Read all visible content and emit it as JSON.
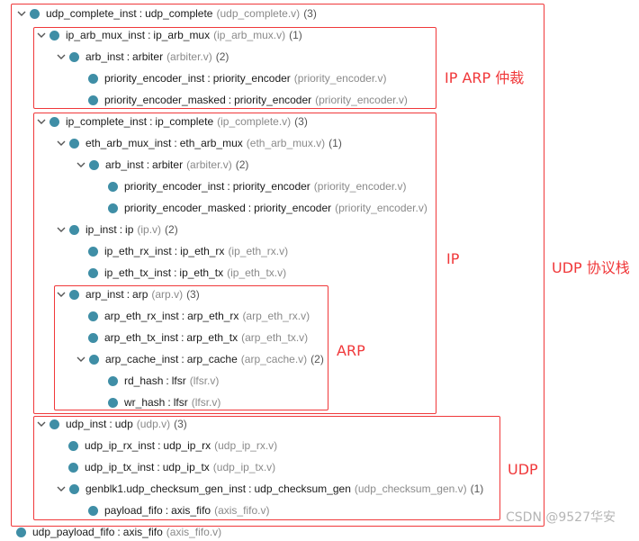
{
  "tree": [
    {
      "name": "udp_complete_inst",
      "module": "udp_complete",
      "file": "(udp_complete.v)",
      "count": "(3)",
      "icon": "chevron-down-icon"
    },
    {
      "name": "ip_arb_mux_inst",
      "module": "ip_arb_mux",
      "file": "(ip_arb_mux.v)",
      "count": "(1)",
      "icon": "chevron-down-icon"
    },
    {
      "name": "arb_inst",
      "module": "arbiter",
      "file": "(arbiter.v)",
      "count": "(2)",
      "icon": "chevron-down-icon"
    },
    {
      "name": "priority_encoder_inst",
      "module": "priority_encoder",
      "file": "(priority_encoder.v)",
      "count": "",
      "icon": "module-dot-icon"
    },
    {
      "name": "priority_encoder_masked",
      "module": "priority_encoder",
      "file": "(priority_encoder.v)",
      "count": "",
      "icon": "module-dot-icon"
    },
    {
      "name": "ip_complete_inst",
      "module": "ip_complete",
      "file": "(ip_complete.v)",
      "count": "(3)",
      "icon": "chevron-down-icon"
    },
    {
      "name": "eth_arb_mux_inst",
      "module": "eth_arb_mux",
      "file": "(eth_arb_mux.v)",
      "count": "(1)",
      "icon": "chevron-down-icon"
    },
    {
      "name": "arb_inst",
      "module": "arbiter",
      "file": "(arbiter.v)",
      "count": "(2)",
      "icon": "chevron-down-icon"
    },
    {
      "name": "priority_encoder_inst",
      "module": "priority_encoder",
      "file": "(priority_encoder.v)",
      "count": "",
      "icon": "module-dot-icon"
    },
    {
      "name": "priority_encoder_masked",
      "module": "priority_encoder",
      "file": "(priority_encoder.v)",
      "count": "",
      "icon": "module-dot-icon"
    },
    {
      "name": "ip_inst",
      "module": "ip",
      "file": "(ip.v)",
      "count": "(2)",
      "icon": "chevron-down-icon"
    },
    {
      "name": "ip_eth_rx_inst",
      "module": "ip_eth_rx",
      "file": "(ip_eth_rx.v)",
      "count": "",
      "icon": "module-dot-icon"
    },
    {
      "name": "ip_eth_tx_inst",
      "module": "ip_eth_tx",
      "file": "(ip_eth_tx.v)",
      "count": "",
      "icon": "module-dot-icon"
    },
    {
      "name": "arp_inst",
      "module": "arp",
      "file": "(arp.v)",
      "count": "(3)",
      "icon": "chevron-down-icon"
    },
    {
      "name": "arp_eth_rx_inst",
      "module": "arp_eth_rx",
      "file": "(arp_eth_rx.v)",
      "count": "",
      "icon": "module-dot-icon"
    },
    {
      "name": "arp_eth_tx_inst",
      "module": "arp_eth_tx",
      "file": "(arp_eth_tx.v)",
      "count": "",
      "icon": "module-dot-icon"
    },
    {
      "name": "arp_cache_inst",
      "module": "arp_cache",
      "file": "(arp_cache.v)",
      "count": "(2)",
      "icon": "chevron-down-icon"
    },
    {
      "name": "rd_hash",
      "module": "lfsr",
      "file": "(lfsr.v)",
      "count": "",
      "icon": "module-dot-icon"
    },
    {
      "name": "wr_hash",
      "module": "lfsr",
      "file": "(lfsr.v)",
      "count": "",
      "icon": "module-dot-icon"
    },
    {
      "name": "udp_inst",
      "module": "udp",
      "file": "(udp.v)",
      "count": "(3)",
      "icon": "chevron-down-icon"
    },
    {
      "name": "udp_ip_rx_inst",
      "module": "udp_ip_rx",
      "file": "(udp_ip_rx.v)",
      "count": "",
      "icon": "module-dot-icon"
    },
    {
      "name": "udp_ip_tx_inst",
      "module": "udp_ip_tx",
      "file": "(udp_ip_tx.v)",
      "count": "",
      "icon": "module-dot-icon"
    },
    {
      "name": "genblk1.udp_checksum_gen_inst",
      "module": "udp_checksum_gen",
      "file": "(udp_checksum_gen.v)",
      "count": "(1)",
      "icon": "chevron-down-icon"
    },
    {
      "name": "payload_fifo",
      "module": "axis_fifo",
      "file": "(axis_fifo.v)",
      "count": "",
      "icon": "module-dot-icon"
    },
    {
      "name": "udp_payload_fifo",
      "module": "axis_fifo",
      "file": "(axis_fifo.v)",
      "count": "",
      "icon": "module-dot-icon"
    }
  ],
  "separator": ":",
  "annotations": {
    "ip_arp_arb": "IP ARP 仲裁",
    "ip": "IP",
    "arp": "ARP",
    "udp": "UDP",
    "udp_stack": "UDP 协议栈"
  },
  "watermark": "CSDN @9527华安",
  "colors": {
    "annotation": "#f0383a",
    "module_dot": "#3f8ea6",
    "file_text": "#8a8a8a"
  }
}
